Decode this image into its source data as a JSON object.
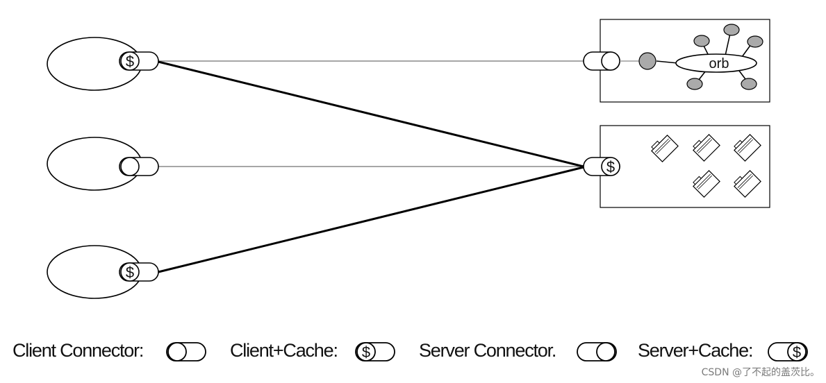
{
  "orb_label": "orb",
  "cache_symbol": "$",
  "legend": {
    "client_connector": "Client Connector:",
    "client_cache": "Client+Cache:",
    "server_connector": "Server Connector.",
    "server_cache": "Server+Cache:"
  },
  "watermark": "CSDN @了不起的盖茨比。"
}
